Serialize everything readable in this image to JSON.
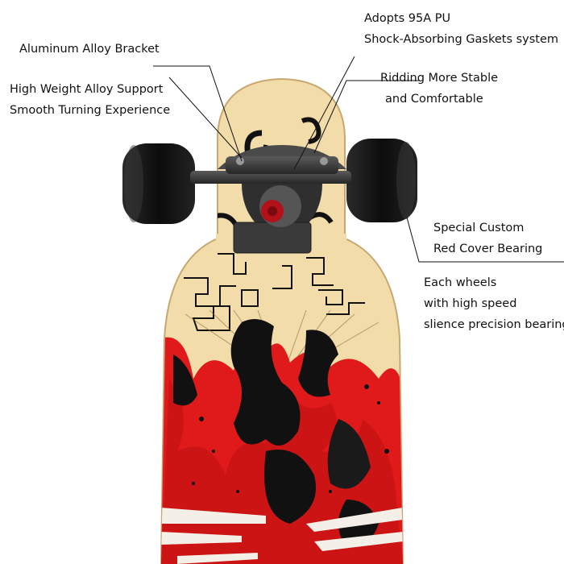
{
  "annotations": {
    "aluminum_bracket": "Aluminum Alloy Bracket",
    "alloy_support": [
      "High Weight Alloy Support",
      "Smooth Turning Experience"
    ],
    "gaskets": [
      "Adopts  95A PU",
      "Shock-Absorbing  Gaskets system"
    ],
    "stable": [
      "Ridding More Stable",
      "and Comfortable"
    ],
    "bearing": [
      "Special Custom",
      "Red Cover Bearing"
    ],
    "wheels": [
      "Each wheels",
      "with high speed",
      "slience precision bearing"
    ]
  },
  "colors": {
    "deck_wood": "#f1dcaa",
    "deck_red": "#e01a1a",
    "wheel": "#141414",
    "truck": "#3a3a3a",
    "bearing_red": "#b3121a"
  }
}
